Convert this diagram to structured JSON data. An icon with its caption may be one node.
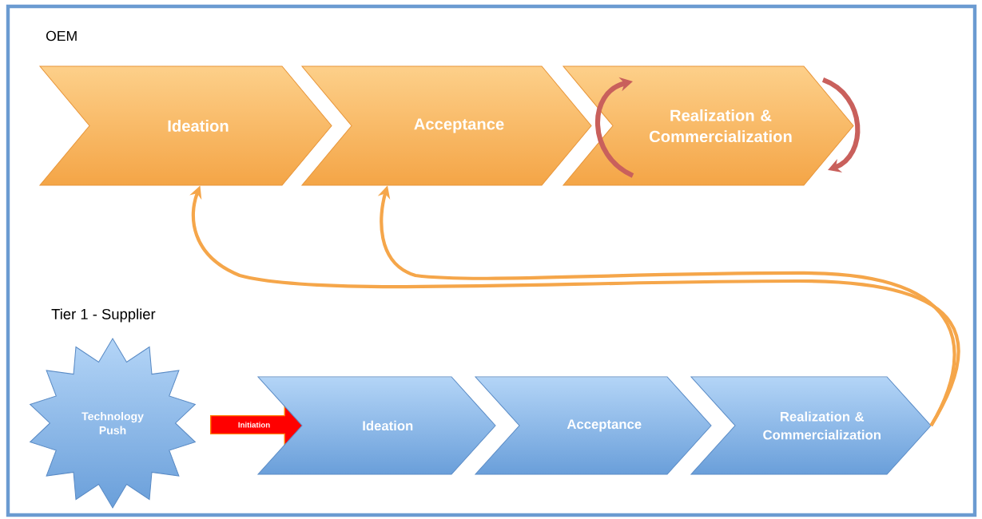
{
  "diagram": {
    "nodes": [
      {
        "text": [
          "Ideation"
        ]
      },
      {
        "text": [
          "Acceptance"
        ]
      },
      {
        "text": [
          "Realization & Commercialization"
        ]
      },
      {
        "text": [
          "Technology Push"
        ]
      },
      {
        "text": [
          "Initiation"
        ]
      },
      {
        "text": [
          "Ideation"
        ]
      },
      {
        "text": [
          "Acceptance"
        ]
      },
      {
        "text": [
          "Realization & Commercialization"
        ]
      }
    ],
    "edges": [
      {
        "from": 7,
        "to": 0,
        "arrow": "to"
      },
      {
        "from": 7,
        "to": 1,
        "arrow": "to"
      }
    ],
    "labels": [
      "OEM",
      "Tier 1 - Supplier"
    ]
  }
}
